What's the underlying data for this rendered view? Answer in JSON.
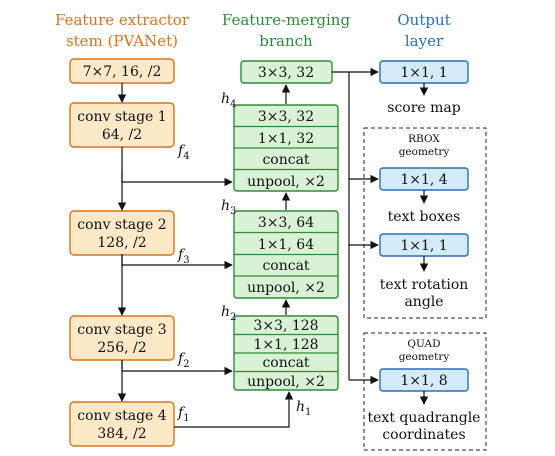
{
  "headers": {
    "stem_line1": "Feature extractor",
    "stem_line2": "stem (PVANet)",
    "merge_line1": "Feature-merging",
    "merge_line2": "branch",
    "output_line1": "Output",
    "output_line2": "layer"
  },
  "stem": {
    "input": "7×7, 16, /2",
    "stage1": [
      "conv stage 1",
      "64, /2"
    ],
    "stage2": [
      "conv stage 2",
      "128, /2"
    ],
    "stage3": [
      "conv stage 3",
      "256, /2"
    ],
    "stage4": [
      "conv stage 4",
      "384, /2"
    ]
  },
  "merge": {
    "top": "3×3, 32",
    "block1": [
      "3×3, 32",
      "1×1, 32",
      "concat",
      "unpool, ×2"
    ],
    "block2": [
      "3×3, 64",
      "1×1, 64",
      "concat",
      "unpool, ×2"
    ],
    "block3": [
      "3×3, 128",
      "1×1, 128",
      "concat",
      "unpool, ×2"
    ]
  },
  "labels": {
    "h4": [
      "h",
      "4"
    ],
    "h3": [
      "h",
      "3"
    ],
    "h2": [
      "h",
      "2"
    ],
    "h1": [
      "h",
      "1"
    ],
    "f4": [
      "f",
      "4"
    ],
    "f3": [
      "f",
      "3"
    ],
    "f2": [
      "f",
      "2"
    ],
    "f1": [
      "f",
      "1"
    ]
  },
  "output": {
    "score_box": "1×1, 1",
    "score_label": "score map",
    "rbox_title": [
      "RBOX",
      "geometry"
    ],
    "boxes_box": "1×1, 4",
    "boxes_label": "text boxes",
    "rot_box": "1×1, 1",
    "rot_label": [
      "text rotation",
      "angle"
    ],
    "quad_title": [
      "QUAD",
      "geometry"
    ],
    "quad_box": "1×1, 8",
    "quad_label": [
      "text quadrangle",
      "coordinates"
    ]
  },
  "colors": {
    "stem": "#d9731c",
    "merge": "#2e8b3a",
    "output": "#2a6fb5"
  }
}
